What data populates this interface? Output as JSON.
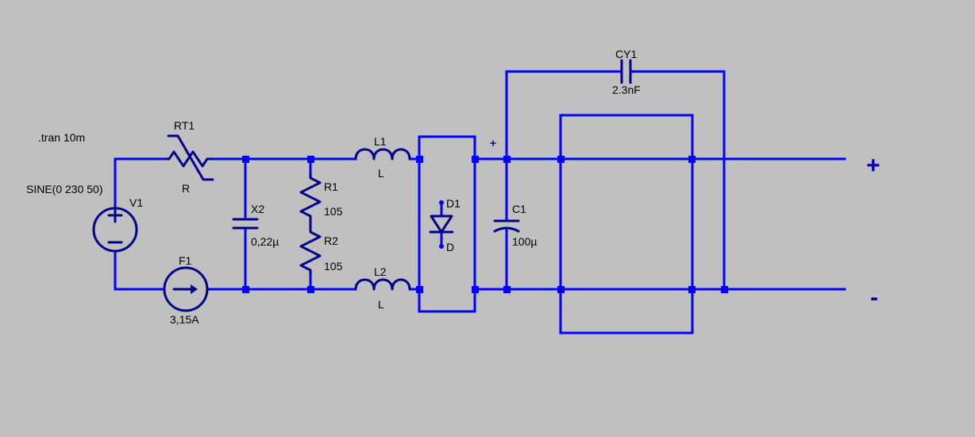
{
  "directive": ".tran 10m",
  "source": {
    "ref": "V1",
    "value": "SINE(0 230 50)"
  },
  "thermistor": {
    "ref": "RT1",
    "value": "R"
  },
  "fuse": {
    "ref": "F1",
    "value": "3,15A"
  },
  "cap_x2": {
    "ref": "X2",
    "value": "0,22µ"
  },
  "res_r1": {
    "ref": "R1",
    "value": "105"
  },
  "res_r2": {
    "ref": "R2",
    "value": "105"
  },
  "ind_l1": {
    "ref": "L1",
    "value": "L"
  },
  "ind_l2": {
    "ref": "L2",
    "value": "L"
  },
  "diode": {
    "ref": "D1",
    "value": "D"
  },
  "cap_c1": {
    "ref": "C1",
    "value": "100µ"
  },
  "cap_cy1": {
    "ref": "CY1",
    "value": "2.3nF"
  },
  "polarity_mark": "+",
  "output": {
    "plus": "+",
    "minus": "-"
  },
  "colors": {
    "background": "#c0c0c0",
    "wire": "#0000ff",
    "component": "#00008b"
  }
}
